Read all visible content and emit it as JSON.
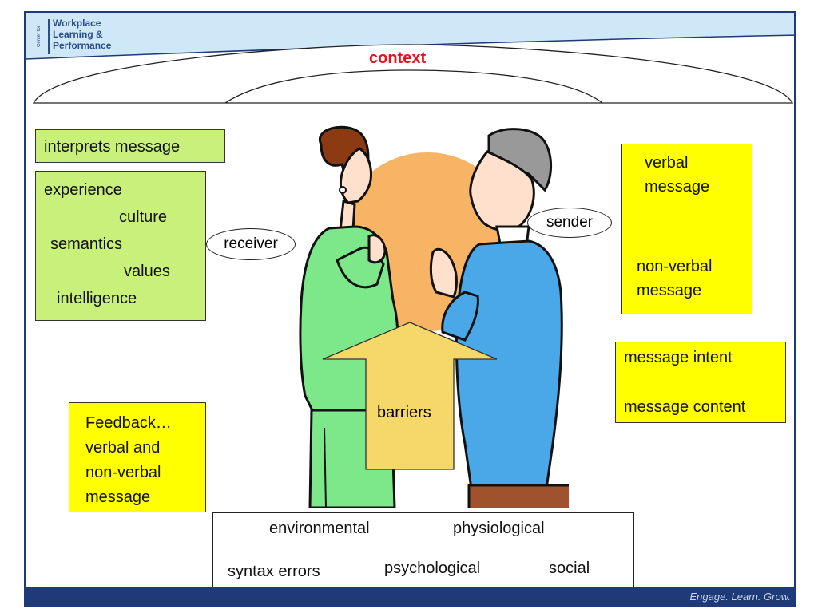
{
  "logo": {
    "side_text": "Center for",
    "lines": [
      "Workplace",
      "Learning &",
      "Performance"
    ]
  },
  "context": {
    "label": "context"
  },
  "receiver": {
    "interprets_label": "interprets message",
    "factors": [
      "experience",
      "culture",
      "semantics",
      "values",
      "intelligence"
    ],
    "oval_label": "receiver"
  },
  "sender": {
    "oval_label": "sender",
    "message_types": [
      "verbal message",
      "non-verbal message"
    ],
    "message_parts": [
      "message intent",
      "message content"
    ]
  },
  "feedback": {
    "lines": [
      "Feedback…",
      "verbal and",
      "non-verbal",
      "message"
    ]
  },
  "barriers": {
    "label": "barriers",
    "types": [
      "environmental",
      "physiological",
      "syntax errors",
      "psychological",
      "social"
    ]
  },
  "footer": {
    "tagline": "Engage. Learn. Grow."
  },
  "colors": {
    "frame": "#1f3a78",
    "header_light": "#cfe8f7",
    "context_red": "#e8101a",
    "green_box": "#c8f07a",
    "yellow_box": "#ffff00",
    "arrow": "#f5d76a",
    "sun": "#f7b464",
    "woman_suit": "#7ce88a",
    "man_suit": "#4aa8e8"
  }
}
